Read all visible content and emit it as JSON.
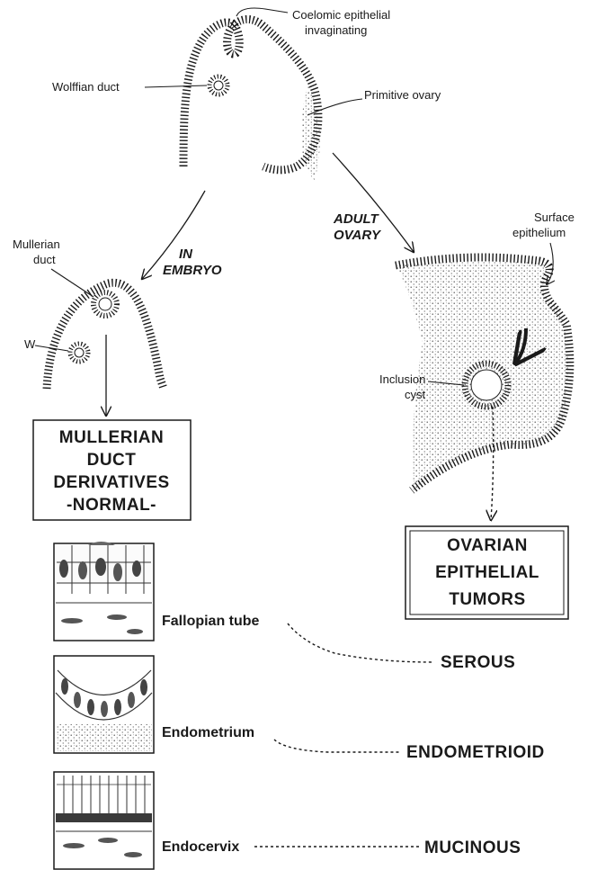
{
  "labels": {
    "coelomic_line1": "Coelomic epithelial",
    "coelomic_line2": "invaginating",
    "wolffian_duct": "Wolffian duct",
    "primitive_ovary": "Primitive ovary",
    "adult_line1": "ADULT",
    "adult_line2": "OVARY",
    "in_line1": "IN",
    "in_line2": "EMBRYO",
    "mullerian_line1": "Mullerian",
    "mullerian_line2": "duct",
    "w": "W",
    "surface_line1": "Surface",
    "surface_line2": "epithelium",
    "inclusion_line1": "Inclusion",
    "inclusion_line2": "cyst"
  },
  "mullerian_box": {
    "line1": "MULLERIAN",
    "line2": "DUCT",
    "line3": "DERIVATIVES",
    "line4": "-NORMAL-"
  },
  "tumor_box": {
    "line1": "OVARIAN",
    "line2": "EPITHELIAL",
    "line3": "TUMORS"
  },
  "tissues": [
    {
      "name": "Fallopian tube",
      "tumor": "SEROUS"
    },
    {
      "name": "Endometrium",
      "tumor": "ENDOMETRIOID"
    },
    {
      "name": "Endocervix",
      "tumor": "MUCINOUS"
    }
  ]
}
